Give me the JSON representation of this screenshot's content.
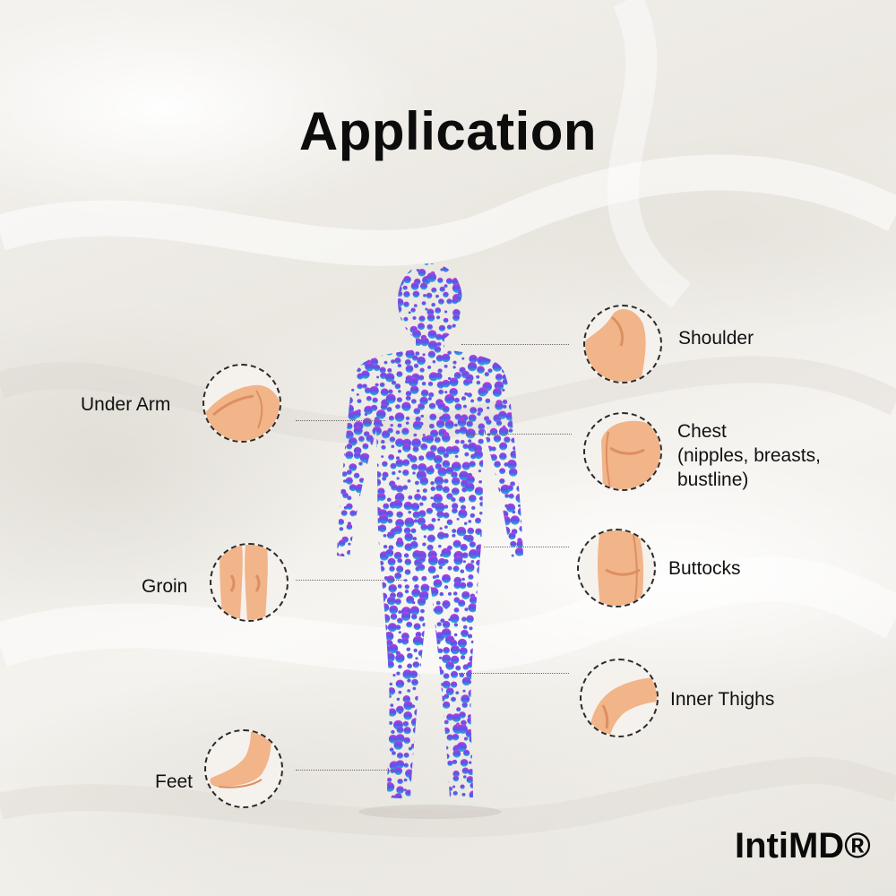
{
  "title": "Application",
  "brand": "IntiMD®",
  "areas": {
    "under_arm": "Under Arm",
    "groin": "Groin",
    "feet": "Feet",
    "shoulder": "Shoulder",
    "chest_line1": "Chest",
    "chest_line2": "(nipples, breasts,",
    "chest_line3": "bustline)",
    "buttocks": "Buttocks",
    "inner_thighs": "Inner Thighs"
  },
  "colors": {
    "skin": "#f2b489",
    "skin_shadow": "#dc8f62",
    "dot_top": "#e23bd6",
    "dot_mid": "#6a4fe6",
    "dot_bottom": "#21c2c0"
  }
}
